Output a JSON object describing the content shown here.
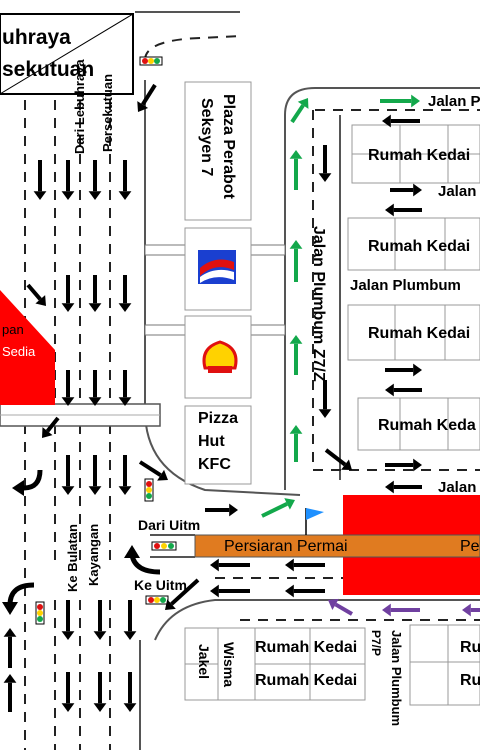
{
  "labels": {
    "lebuhraya_title_1": "uhraya",
    "lebuhraya_title_2": "sekutuan",
    "dari_lebuhraya_1": "Dari Lebuhraya",
    "dari_lebuhraya_2": "Persekutuan",
    "plaza_perabot_1": "Plaza Perabot",
    "plaza_perabot_2": "Seksyen 7",
    "pizza": "Pizza",
    "hut": "Hut",
    "kfc": "KFC",
    "jalan_p_top": "Jalan P",
    "jalan_2": "Jalan",
    "jalan_plumbum_mid": "Jalan Plumbum",
    "jalan_plumbum_z7z": "Jalan Plumbum Z7/Z",
    "jalan_3": "Jalan",
    "rumah_kedai_1": "Rumah Kedai",
    "rumah_kedai_2": "Rumah Kedai",
    "rumah_kedai_3": "Rumah Kedai",
    "rumah_kedai_4": "Rumah Keda",
    "rumah_kedai_5": "Rumah Kedai",
    "rumah_kedai_6": "Rumah Kedai",
    "ru_1": "Ru",
    "ru_2": "Ru",
    "wisma_1": "Wisma",
    "wisma_2": "Jakel",
    "p7p": "P7/P",
    "jalan_plumbum_bottom": "Jalan Plumbum",
    "dari_uitm": "Dari Uitm",
    "ke_uitm": "Ke Uitm",
    "persiaran_permai": "Persiaran Permai",
    "pe": "Pe",
    "ke_bulatan_1": "Ke Bulatan",
    "ke_bulatan_2": "Kayangan",
    "red_area_1": "pan",
    "red_area_2": "Sedia"
  },
  "colors": {
    "red_area": "#ff0000",
    "orange_road": "#e07b20",
    "green_arrow": "#13a84b",
    "purple_arrow": "#7040a0",
    "black_arrow": "#000000",
    "flag": "#1e90ff"
  },
  "icons": {
    "petronas": "petronas-logo-icon",
    "shell": "shell-logo-icon",
    "traffic_light": "traffic-light-icon",
    "flag": "flag-marker-icon"
  }
}
